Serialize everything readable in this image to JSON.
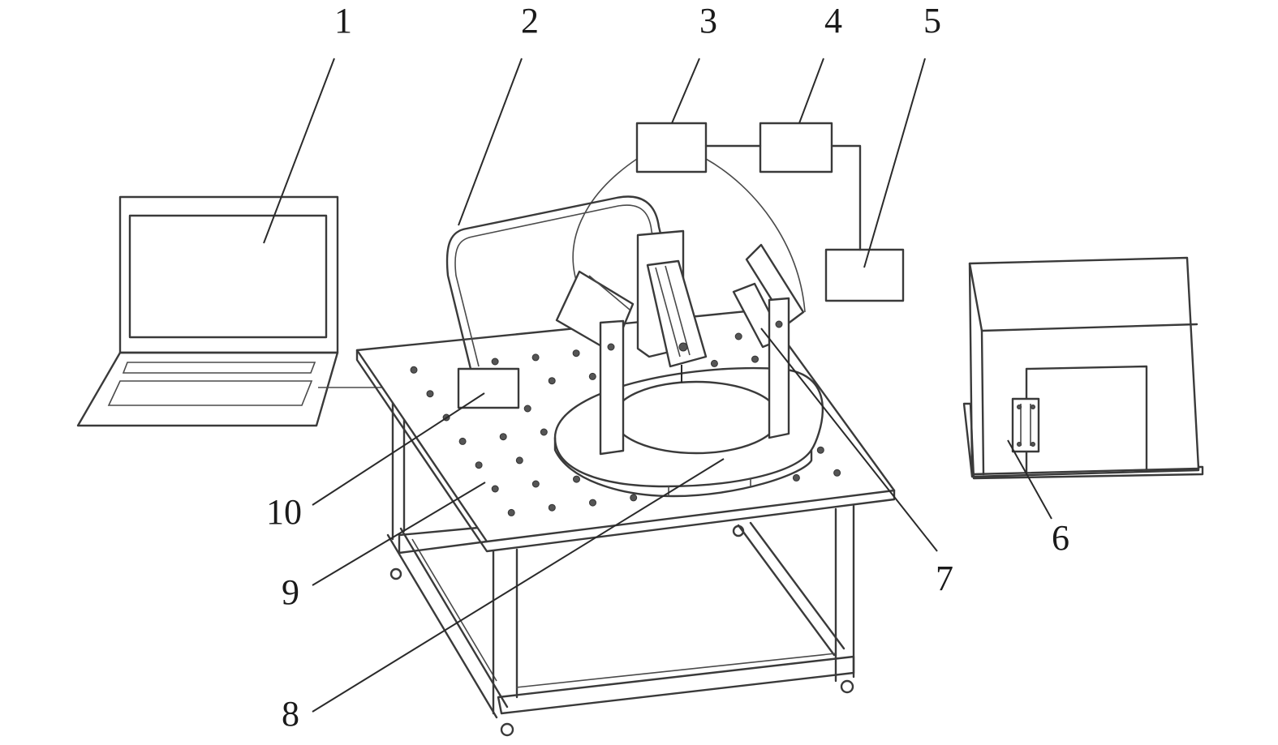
{
  "figure": {
    "type": "apparatus-schematic",
    "line_color": "#3a3a3a",
    "background": "#ffffff",
    "callouts": [
      {
        "label": "1",
        "component": "laptop"
      },
      {
        "label": "2",
        "component": "cable-arch"
      },
      {
        "label": "3",
        "component": "module-box-3"
      },
      {
        "label": "4",
        "component": "module-box-4"
      },
      {
        "label": "5",
        "component": "module-box-5"
      },
      {
        "label": "6",
        "component": "cabinet"
      },
      {
        "label": "7",
        "component": "side-fixture"
      },
      {
        "label": "8",
        "component": "ring-platform"
      },
      {
        "label": "9",
        "component": "perforated-table"
      },
      {
        "label": "10",
        "component": "control-box"
      }
    ]
  }
}
